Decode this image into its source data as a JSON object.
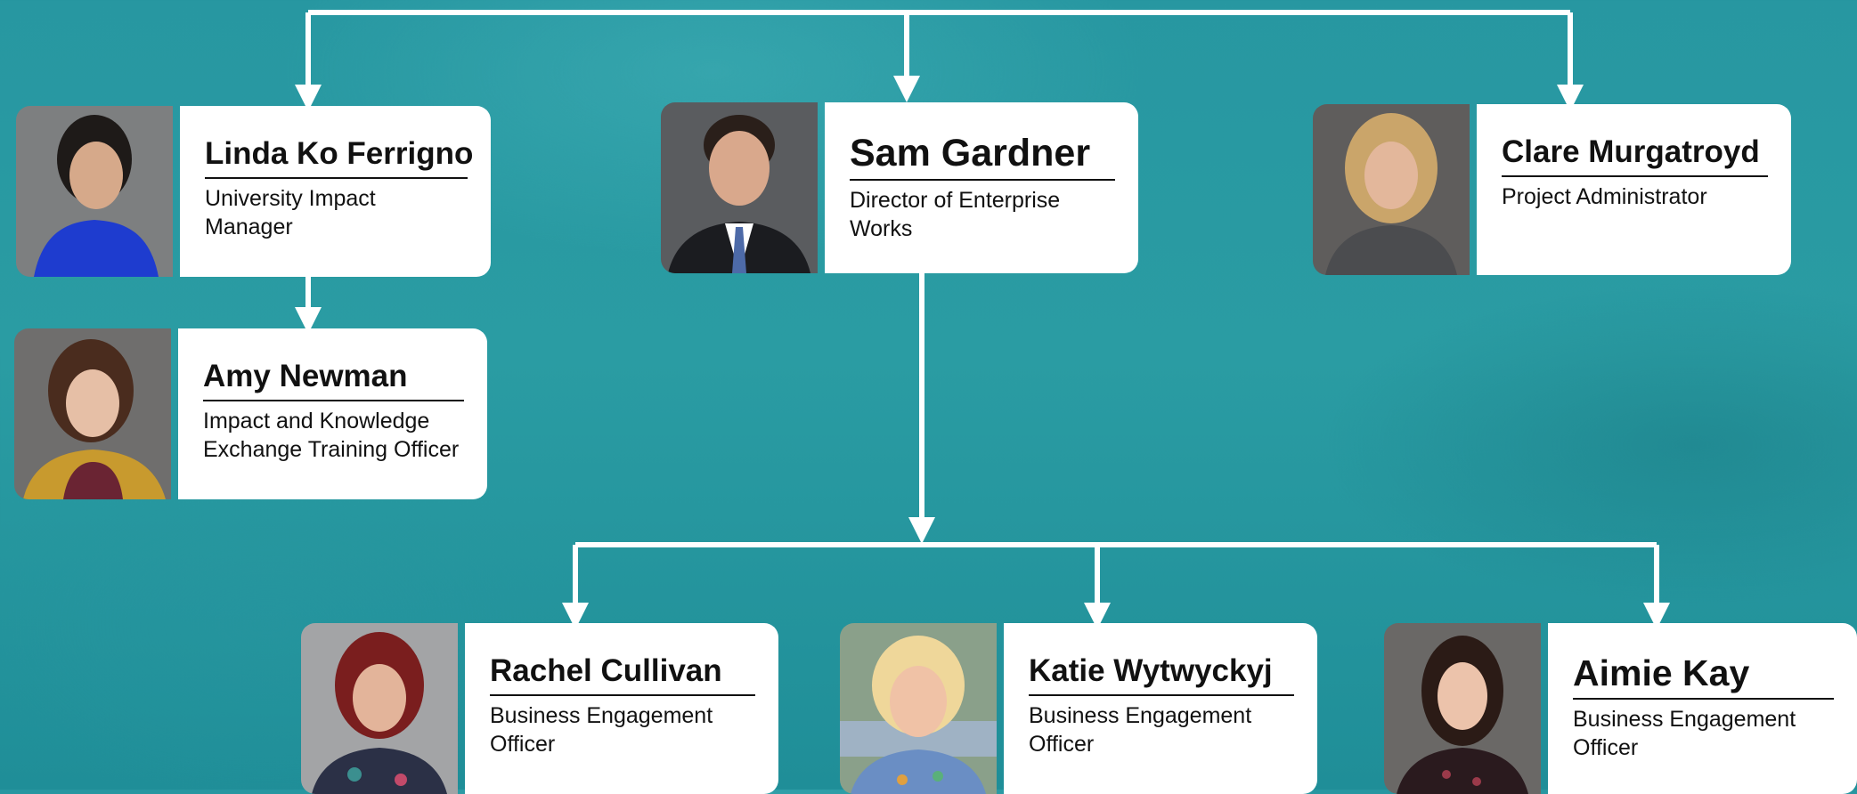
{
  "people": [
    {
      "name": "Linda Ko Ferrigno",
      "role": "University Impact Manager"
    },
    {
      "name": "Amy Newman",
      "role": "Impact and Knowledge Exchange Training Officer"
    },
    {
      "name": "Sam Gardner",
      "role": "Director of Enterprise Works"
    },
    {
      "name": "Clare Murgatroyd",
      "role": "Project Administrator"
    },
    {
      "name": "Rachel Cullivan",
      "role": "Business Engagement Officer"
    },
    {
      "name": "Katie Wytwyckyj",
      "role": "Business Engagement Officer"
    },
    {
      "name": "Aimie Kay",
      "role": "Business Engagement Officer"
    }
  ],
  "colors": {
    "background": "#2797a1",
    "connector": "#ffffff",
    "card": "#ffffff",
    "text": "#111111"
  }
}
